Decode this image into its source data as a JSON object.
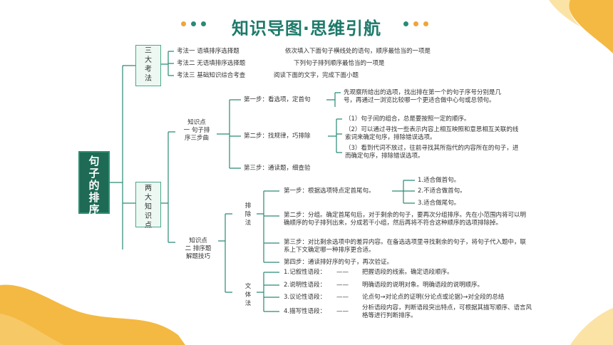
{
  "title": "知识导图·思维引航",
  "colors": {
    "primary": "#1e6a55",
    "accent": "#f4b942",
    "dot_green": "#2a8a76",
    "dot_orange": "#f0a43a"
  },
  "root": "句子的排序",
  "branch1": {
    "label": "三大考法",
    "items": [
      {
        "name": "考法一 语填排序选择题",
        "desc": "依次填入下面句子横线处的语句，顺序最恰当的一项是"
      },
      {
        "name": "考法二 无语填排序选择题",
        "desc": "下列句子排列顺序最恰当的一项是"
      },
      {
        "name": "考法三 基础知识综合考查",
        "desc": "阅读下面的文字，完成下面小题"
      }
    ]
  },
  "branch2": {
    "label": "两大知识点",
    "k1": {
      "label1": "知识点",
      "label2": "一 句子排",
      "label3": "序三步曲",
      "step1": {
        "name": "第一步：看选项，定首句",
        "desc": "先观察所给出的选项，找出排在第一个的句子序号分别是几号，再通过一浏览比较哪一个更适合做中心句或总领句。"
      },
      "step2": {
        "name": "第二步：找规律，巧排除",
        "tips": [
          "（1）句子间的组合，总是要按照一定的顺序。",
          "（2）可以通过寻找一些表示内容上相互映照和意思相互关联的线索词来确定句序，排除错误选项。",
          "（3）看到代词不放过，往前寻找其所指代的内容所在的句子，进而确定句序，排除错误选项。"
        ]
      },
      "step3": {
        "name": "第三步：通读题，细查验"
      }
    },
    "k2": {
      "label1": "知识点",
      "label2": "二 排序题",
      "label3": "解题技巧",
      "method1": {
        "label": "排除法",
        "s1": {
          "name": "第一步：根据选项特点定首尾句。",
          "opts": [
            "1.适合做首句。",
            "2.不适合做首句。",
            "3.适合做尾句。"
          ]
        },
        "s2": "第二步：分组。确定首尾句后，对于剩余的句子，要再次分组排序。先在小范围内将可以明确顺序的句子排列出来，分成若干小组，然后再将不符合这种顺序的选项排除掉。",
        "s3": "第三步：对比剩余选项中的差异内容。在备选选项里寻找剩余的句子，将句子代入题中，联系上下文确定哪一种排序更合适。",
        "s4": "第四步：通读排好序的句子，再次验证。"
      },
      "method2": {
        "label": "文体法",
        "items": [
          {
            "name": "1.记叙性语段：",
            "dash": "——",
            "desc": "把握语段的线索。确定语段顺序。"
          },
          {
            "name": "2.说明性语段：",
            "dash": "——",
            "desc": "明确语段的说明对象。明确语段的说明顺序。"
          },
          {
            "name": "3.议论性语段：",
            "dash": "——",
            "desc": "论点句→对论点的证明(分论点或论据)→对全段的总结"
          },
          {
            "name": "4.描写性语段：",
            "dash": "——",
            "desc": "分析语段内容，判断语段突出特点，可根据其描写顺序、语言风格等进行判断排序。"
          }
        ]
      }
    }
  }
}
